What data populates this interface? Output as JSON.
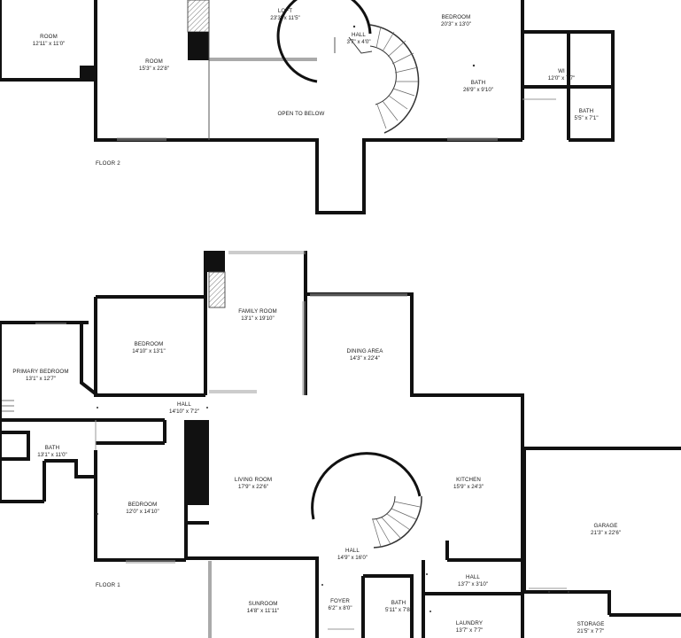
{
  "floors": [
    {
      "label": "FLOOR 2",
      "rooms": [
        {
          "name": "ROOM",
          "dims": "12'11\" x 11'0\""
        },
        {
          "name": "ROOM",
          "dims": "15'3\" x 22'8\""
        },
        {
          "name": "LOFT",
          "dims": "23'3\" x 11'5\""
        },
        {
          "name": "HALL",
          "dims": "3'7\" x 4'0\""
        },
        {
          "name": "BEDROOM",
          "dims": "20'3\" x 13'0\""
        },
        {
          "name": "WI",
          "dims": "12'0\" x 7'7\""
        },
        {
          "name": "BATH",
          "dims": "26'9\" x 9'10\""
        },
        {
          "name": "BATH",
          "dims": "5'5\" x 7'1\""
        },
        {
          "name": "OPEN TO BELOW",
          "dims": ""
        }
      ]
    },
    {
      "label": "FLOOR 1",
      "rooms": [
        {
          "name": "FAMILY ROOM",
          "dims": "13'1\" x 19'10\""
        },
        {
          "name": "BEDROOM",
          "dims": "14'10\" x 13'1\""
        },
        {
          "name": "PRIMARY BEDROOM",
          "dims": "13'1\" x 12'7\""
        },
        {
          "name": "DINING AREA",
          "dims": "14'3\" x 22'4\""
        },
        {
          "name": "HALL",
          "dims": "14'10\" x 7'2\""
        },
        {
          "name": "BATH",
          "dims": "13'1\" x 11'0\""
        },
        {
          "name": "LIVING ROOM",
          "dims": "17'9\" x 22'6\""
        },
        {
          "name": "KITCHEN",
          "dims": "15'9\" x 24'3\""
        },
        {
          "name": "BEDROOM",
          "dims": "12'0\" x 14'10\""
        },
        {
          "name": "GARAGE",
          "dims": "21'3\" x 22'6\""
        },
        {
          "name": "HALL",
          "dims": "14'9\" x 16'0\""
        },
        {
          "name": "HALL",
          "dims": "13'7\" x 3'10\""
        },
        {
          "name": "SUNROOM",
          "dims": "14'8\" x 11'11\""
        },
        {
          "name": "FOYER",
          "dims": "6'2\" x 8'0\""
        },
        {
          "name": "BATH",
          "dims": "5'11\" x 7'8\""
        },
        {
          "name": "LAUNDRY",
          "dims": "13'7\" x 7'7\""
        },
        {
          "name": "STORAGE",
          "dims": "21'5\" x 7'7\""
        }
      ]
    }
  ]
}
